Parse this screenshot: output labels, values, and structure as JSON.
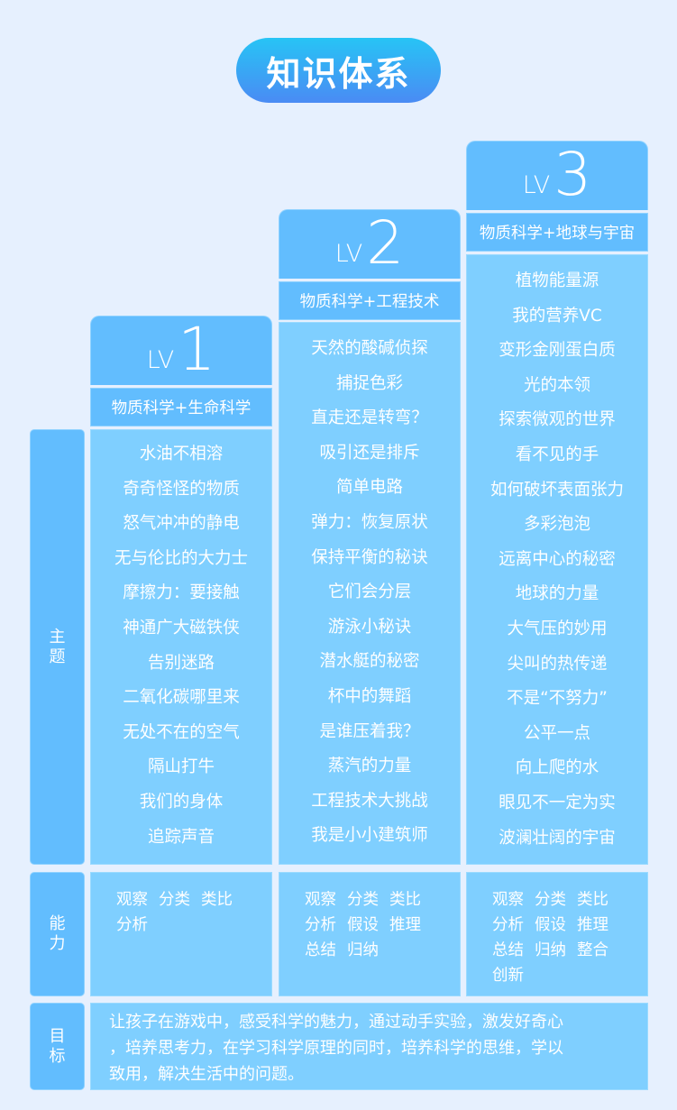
{
  "title": "知识体系",
  "row_labels": {
    "topics": [
      "主",
      "题"
    ],
    "abilities": [
      "能",
      "力"
    ],
    "goal": [
      "目",
      "标"
    ]
  },
  "levels": [
    {
      "lv_prefix": "LV",
      "lv_number": "1",
      "subtitle": "物质科学+生命科学",
      "topics": [
        "水油不相溶",
        "奇奇怪怪的物质",
        "怒气冲冲的静电",
        "无与伦比的大力士",
        "摩擦力：要接触",
        "神通广大磁铁侠",
        "告别迷路",
        "二氧化碳哪里来",
        "无处不在的空气",
        "隔山打牛",
        "我们的身体",
        "追踪声音"
      ],
      "abilities": [
        [
          "观察",
          "分类",
          "类比"
        ],
        [
          "分析"
        ]
      ]
    },
    {
      "lv_prefix": "LV",
      "lv_number": "2",
      "subtitle": "物质科学+工程技术",
      "topics": [
        "天然的酸碱侦探",
        "捕捉色彩",
        "直走还是转弯？",
        "吸引还是排斥",
        "简单电路",
        "弹力：恢复原状",
        "保持平衡的秘诀",
        "它们会分层",
        "游泳小秘诀",
        "潜水艇的秘密",
        "杯中的舞蹈",
        "是谁压着我？",
        "蒸汽的力量",
        "工程技术大挑战",
        "我是小小建筑师"
      ],
      "abilities": [
        [
          "观察",
          "分类",
          "类比"
        ],
        [
          "分析",
          "假设",
          "推理"
        ],
        [
          "总结",
          "归纳"
        ]
      ]
    },
    {
      "lv_prefix": "LV",
      "lv_number": "3",
      "subtitle": "物质科学+地球与宇宙",
      "topics": [
        "植物能量源",
        "我的营养VC",
        "变形金刚蛋白质",
        "光的本领",
        "探索微观的世界",
        "看不见的手",
        "如何破坏表面张力",
        "多彩泡泡",
        "远离中心的秘密",
        "地球的力量",
        "大气压的妙用",
        "尖叫的热传递",
        "不是“不努力”",
        "公平一点",
        "向上爬的水",
        "眼见不一定为实",
        "波澜壮阔的宇宙"
      ],
      "abilities": [
        [
          "观察",
          "分类",
          "类比"
        ],
        [
          "分析",
          "假设",
          "推理"
        ],
        [
          "总结",
          "归纳",
          "整合"
        ],
        [
          "创新"
        ]
      ]
    }
  ],
  "goal_lines": [
    "让孩子在游戏中，感受科学的魅力，通过动手实验，激发好奇心",
    "，培养思考力，在学习科学原理的同时，培养科学的思维，学以",
    "致用，解决生活中的问题。"
  ],
  "colors": {
    "background": "#E6F0FE",
    "header": "#62BDFE",
    "body": "#7FCFFF",
    "title_gradient_top": "#27C4F5",
    "title_gradient_bottom": "#4A8BF4"
  }
}
